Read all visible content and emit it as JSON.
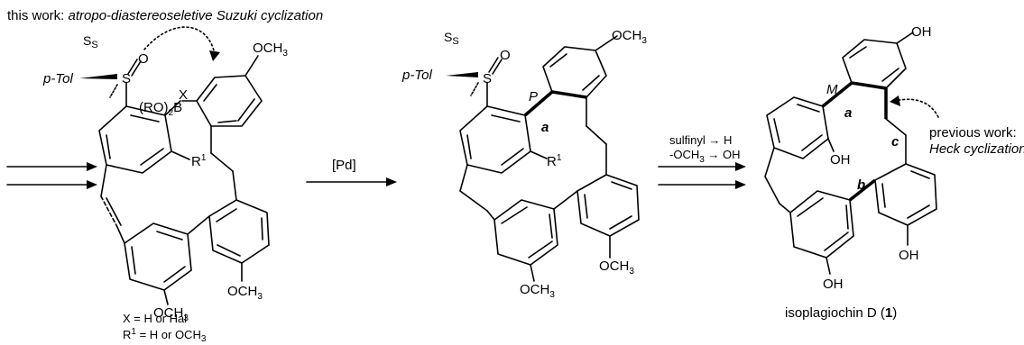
{
  "header": {
    "prefix": "this work: ",
    "title": "atropo-diastereoseletive Suzuki cyclization"
  },
  "mol1": {
    "p_tol": "p-Tol",
    "s_s": "S",
    "s_s_sub": "S",
    "sulfur": "S",
    "oxygen": "O",
    "x": "X",
    "boronate": "(RO)2B",
    "r1": "R1",
    "och3_top": "OCH3",
    "och3_mid": "OCH3",
    "och3_bottom": "OCH3",
    "note_x": "X = H or Hal",
    "note_r1": "R1 = H or OCH3"
  },
  "arrow1": {
    "reagent": "[Pd]"
  },
  "mol2": {
    "p_tol": "p-Tol",
    "s_s": "S",
    "s_s_sub": "S",
    "sulfur": "S",
    "oxygen": "O",
    "axis_label": "P",
    "bond_a": "a",
    "r1": "R1",
    "och3_top": "OCH3",
    "och3_mid": "OCH3",
    "och3_bottom": "OCH3"
  },
  "arrow2": {
    "line1": "sulfinyl → H",
    "line2": "-OCH3 → OH"
  },
  "mol3": {
    "axis_label": "M",
    "bond_a": "a",
    "bond_b": "b",
    "bond_c": "c",
    "oh_top": "OH",
    "oh_left": "OH",
    "oh_right": "OH",
    "oh_bottom": "OH",
    "previous_line1": "previous work:",
    "previous_line2": "Heck cyclization",
    "name": "isoplagiochin D (",
    "compound_number": "1",
    "name_close": ")"
  }
}
